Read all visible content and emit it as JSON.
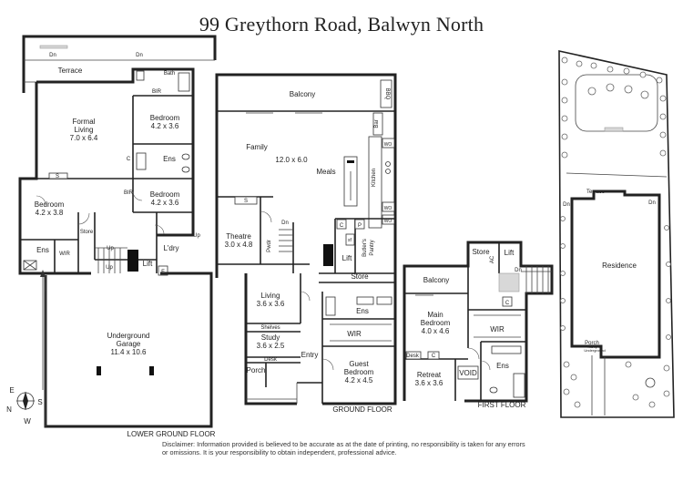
{
  "title": "99 Greythorn Road, Balwyn North",
  "disclaimer": "Disclaimer: Information provided is believed to be accurate as at the date of printing, no responsibility is taken for any errors or omissions. It is your responsibility to obtain independent, professional advice.",
  "compass": {
    "north": "N",
    "east": "E",
    "south": "S",
    "west": "W"
  },
  "floors": {
    "lower": {
      "label": "LOWER GROUND FLOOR",
      "rooms": {
        "terrace": "Terrace",
        "formal_living_name_1": "Formal",
        "formal_living_name_2": "Living",
        "formal_living_dim": "7.0 x 6.4",
        "bedroom_a_name": "Bedroom",
        "bedroom_a_dim": "4.2 x 3.6",
        "bedroom_b_name": "Bedroom",
        "bedroom_b_dim": "4.2 x 3.6",
        "bedroom_c_name": "Bedroom",
        "bedroom_c_dim": "4.2 x 3.8",
        "bath": "Bath",
        "bir_top": "BIR",
        "bir_side": "BIR",
        "ens_a": "Ens",
        "ens_b": "Ens",
        "c": "C",
        "s": "S",
        "wir": "WIR",
        "store": "Store",
        "laundry": "L'dry",
        "lift": "Lift",
        "f": "F",
        "up1": "Up",
        "up2": "Up",
        "up3": "Up",
        "dn1": "Dn",
        "dn2": "Dn",
        "garage_name_1": "Underground",
        "garage_name_2": "Garage",
        "garage_dim": "11.4 x 10.6"
      }
    },
    "ground": {
      "label": "GROUND FLOOR",
      "rooms": {
        "balcony": "Balcony",
        "bbq": "BBQ",
        "bar": "Bar",
        "family": "Family",
        "family_dim": "12.0 x 6.0",
        "meals": "Meals",
        "kitchen": "Kitchen",
        "wo1": "WO",
        "wo2": "WO",
        "wo3": "WO",
        "s": "S",
        "theatre": "Theatre",
        "theatre_dim": "3.0 x 4.8",
        "pwdr": "Pwdr",
        "dn": "Dn",
        "c": "C",
        "p": "P",
        "sf": "sf",
        "butlers": "Butler's",
        "pantry": "Pantry",
        "lift": "Lift",
        "store": "Store",
        "living": "Living",
        "living_dim": "3.6 x 3.6",
        "ens": "Ens",
        "shelves": "Shelves",
        "wir": "WIR",
        "study": "Study",
        "study_dim": "3.6 x 2.5",
        "desk": "Desk",
        "entry": "Entry",
        "porch": "Porch",
        "guest_name_1": "Guest",
        "guest_name_2": "Bedroom",
        "guest_dim": "4.2 x 4.5"
      }
    },
    "first": {
      "label": "FIRST FLOOR",
      "rooms": {
        "store": "Store",
        "ac": "AC",
        "lift": "Lift",
        "dn": "Dn",
        "balcony": "Balcony",
        "c1": "C",
        "main_name_1": "Main",
        "main_name_2": "Bedroom",
        "main_dim": "4.0 x 4.6",
        "wir": "WIR",
        "desk": "Desk",
        "c2": "C",
        "retreat": "Retreat",
        "retreat_dim": "3.6 x 3.6",
        "void": "VOID",
        "ens": "Ens"
      }
    },
    "site": {
      "residence": "Residence",
      "terrace": "Terrace",
      "porch": "Porch",
      "ramp_1": "Ramp to",
      "ramp_2": "Underground",
      "dn1": "Dn",
      "dn2": "Dn"
    }
  }
}
